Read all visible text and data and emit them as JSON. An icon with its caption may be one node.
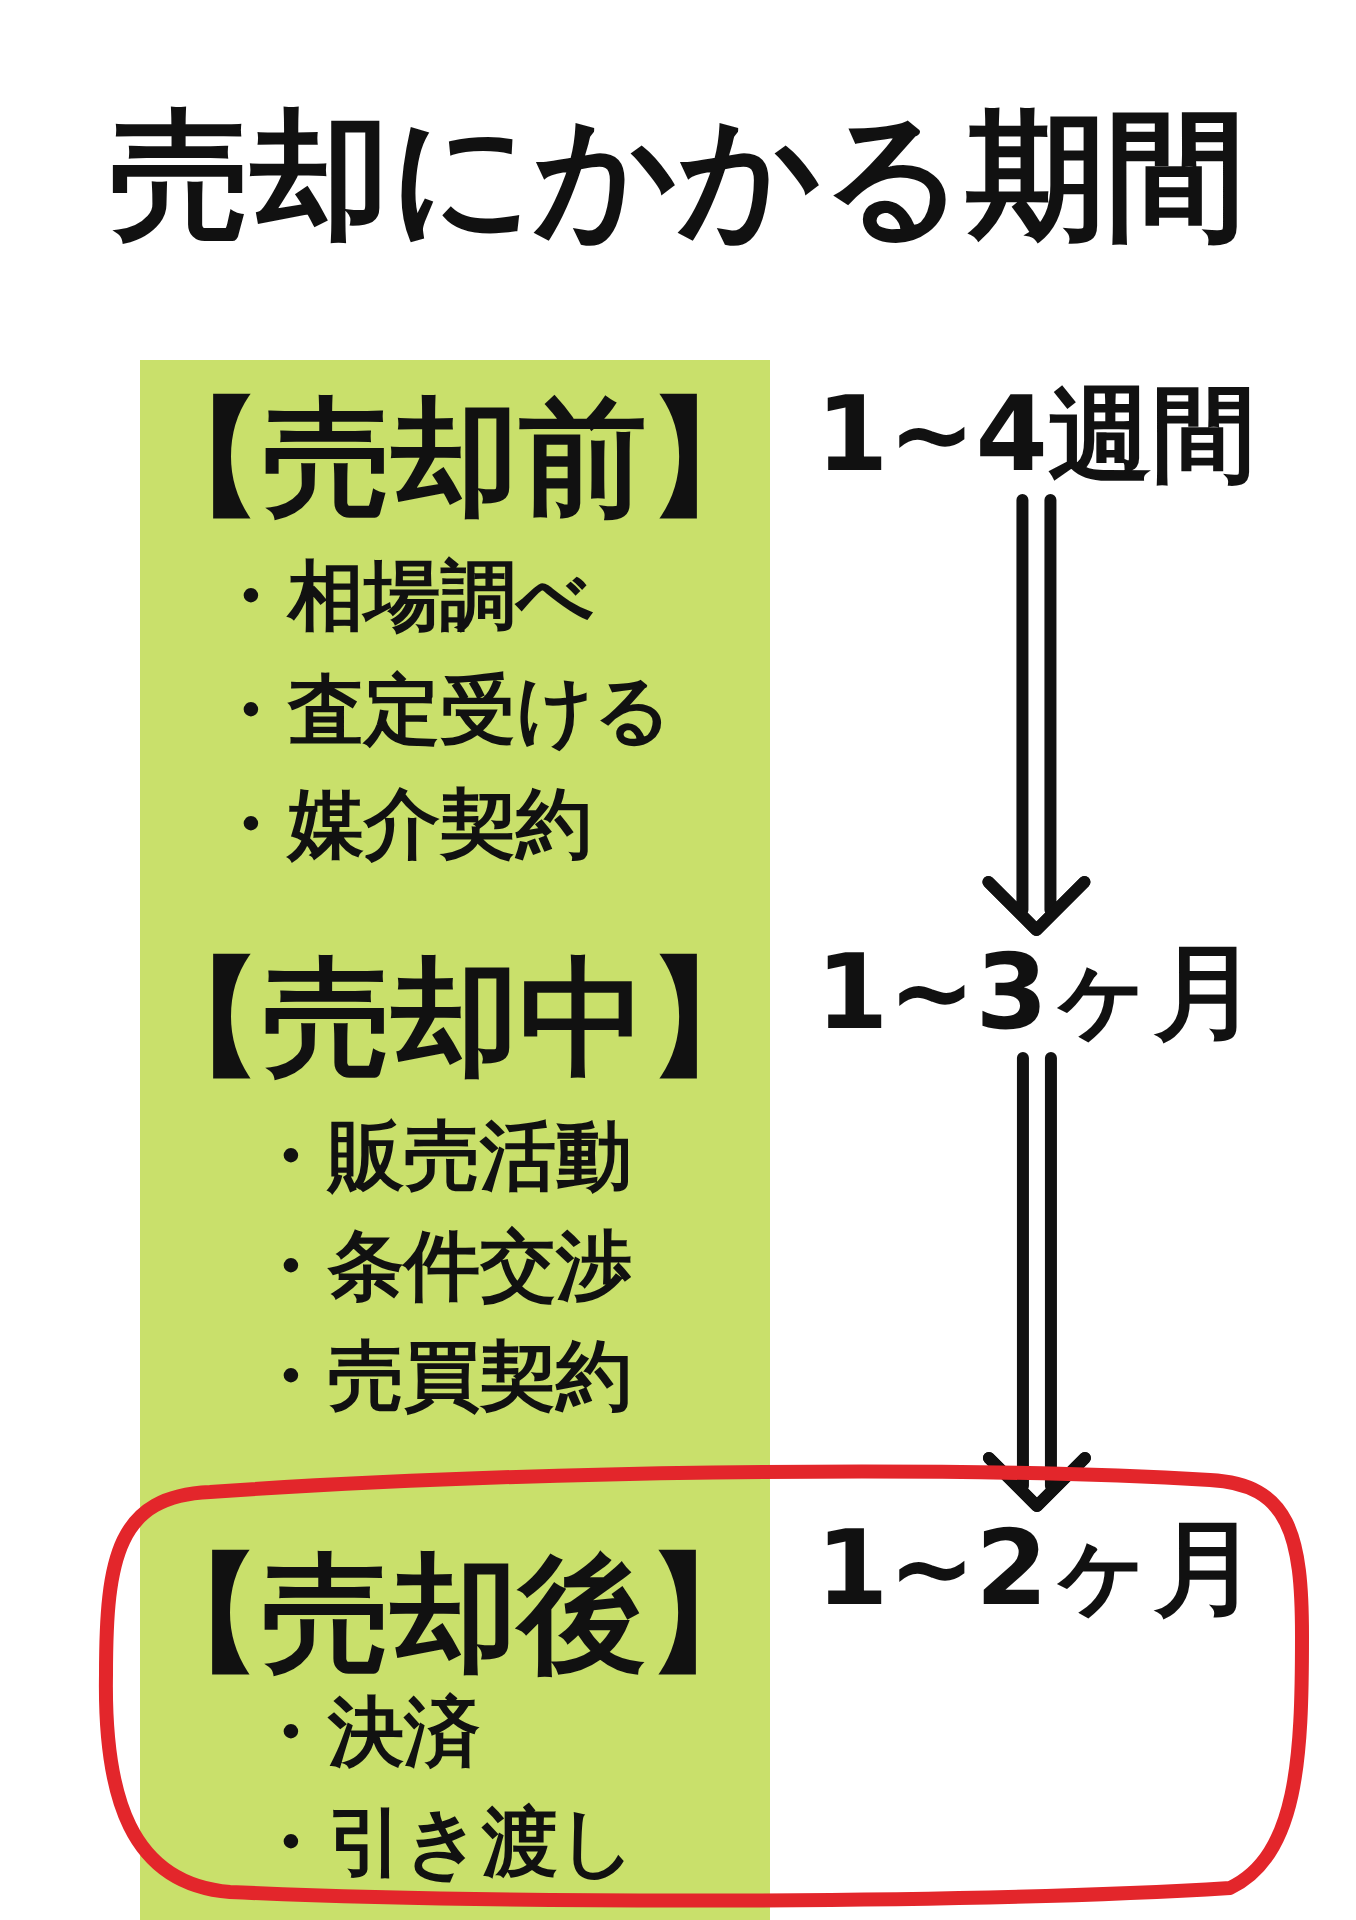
{
  "diagram": {
    "title": "売却にかかる期間",
    "nodes": [
      {
        "text": [
          "【売却前】",
          "・相場調べ",
          "・査定受ける",
          "・媒介契約",
          "【売却中】",
          "・販売活動",
          "・条件交渉",
          "・売買契約"
        ]
      },
      {
        "text": [
          "1~4週間"
        ]
      },
      {
        "text": [
          "1~3ヶ月"
        ]
      },
      {
        "text": [
          "【売却後】",
          "・決済",
          "・引き渡し"
        ]
      },
      {
        "text": [
          "1~2ヶ月"
        ],
        "in": 3
      }
    ],
    "edges": [
      {
        "from": 1,
        "to": 2,
        "arrow": "to"
      },
      {
        "from": 2,
        "to": 4,
        "arrow": "to"
      }
    ]
  }
}
